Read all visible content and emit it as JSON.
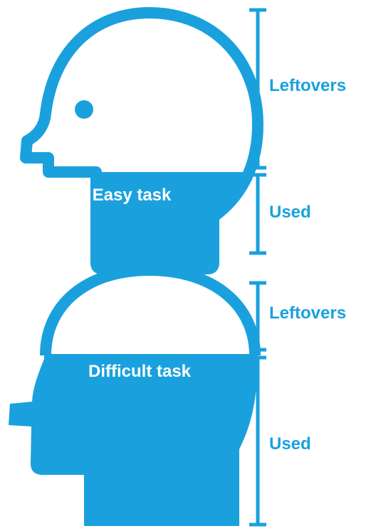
{
  "colors": {
    "accent": "#1aa1dd",
    "fill_white": "#ffffff"
  },
  "top_head": {
    "task_label": "Easy task",
    "scale_upper_label": "Leftovers",
    "scale_lower_label": "Used",
    "eye_icon": "eye-icon"
  },
  "bottom_head": {
    "task_label": "Difficult task",
    "scale_upper_label": "Leftovers",
    "scale_lower_label": "Used"
  }
}
